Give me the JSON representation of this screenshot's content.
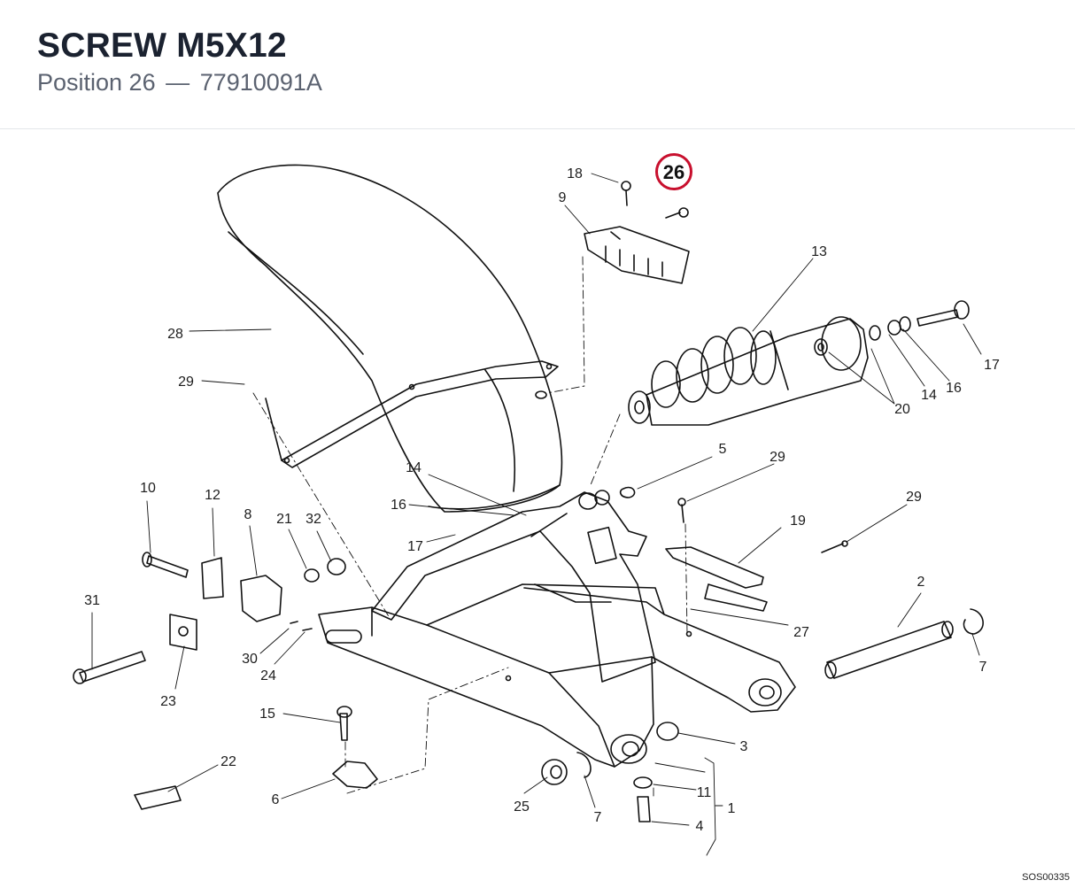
{
  "header": {
    "title": "SCREW M5X12",
    "position_label": "Position 26",
    "separator": "—",
    "part_number": "77910091A"
  },
  "diagram": {
    "highlight_callout": "26",
    "highlight_color": "#c8102e",
    "callouts": [
      "1",
      "2",
      "3",
      "4",
      "5",
      "6",
      "7",
      "7",
      "8",
      "9",
      "10",
      "11",
      "12",
      "13",
      "14",
      "14",
      "15",
      "16",
      "16",
      "17",
      "17",
      "18",
      "19",
      "20",
      "21",
      "22",
      "23",
      "24",
      "25",
      "27",
      "28",
      "29",
      "29",
      "29",
      "30",
      "31",
      "32"
    ],
    "reference_code": "SOS00335"
  }
}
